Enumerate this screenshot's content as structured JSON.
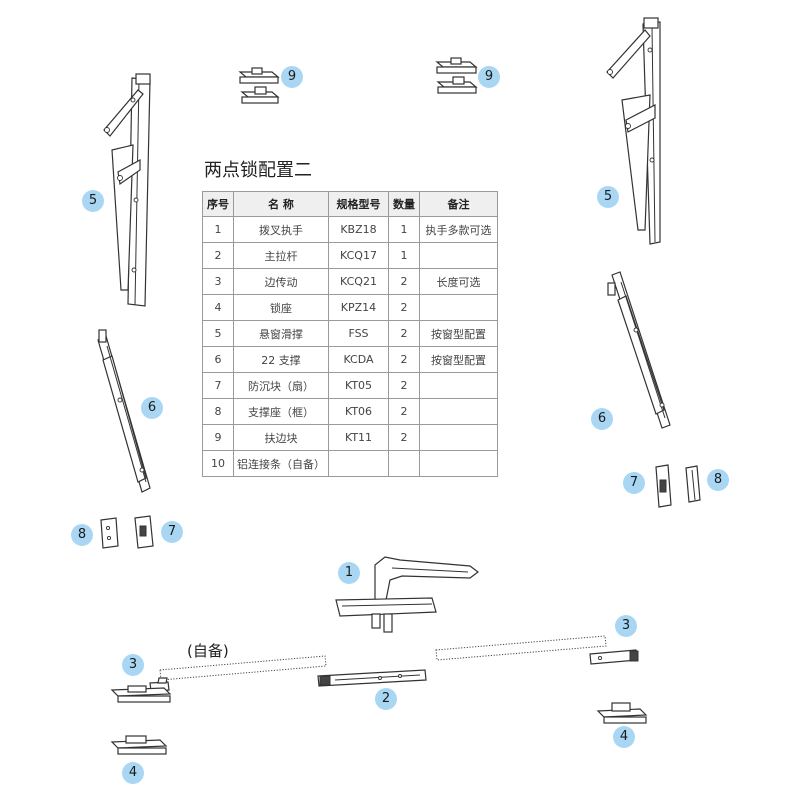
{
  "title": "两点锁配置二",
  "self_supplied_note": "(自备)",
  "table": {
    "headers": [
      "序号",
      "名 称",
      "规格型号",
      "数量",
      "备注"
    ],
    "rows": [
      {
        "no": "1",
        "name": "拨叉执手",
        "model": "KBZ18",
        "qty": "1",
        "note": "执手多款可选"
      },
      {
        "no": "2",
        "name": "主拉杆",
        "model": "KCQ17",
        "qty": "1",
        "note": ""
      },
      {
        "no": "3",
        "name": "边传动",
        "model": "KCQ21",
        "qty": "2",
        "note": "长度可选"
      },
      {
        "no": "4",
        "name": "锁座",
        "model": "KPZ14",
        "qty": "2",
        "note": ""
      },
      {
        "no": "5",
        "name": "悬窗滑撑",
        "model": "FSS",
        "qty": "2",
        "note": "按窗型配置"
      },
      {
        "no": "6",
        "name": "22 支撑",
        "model": "KCDA",
        "qty": "2",
        "note": "按窗型配置"
      },
      {
        "no": "7",
        "name": "防沉块（扇）",
        "model": "KT05",
        "qty": "2",
        "note": ""
      },
      {
        "no": "8",
        "name": "支撑座（框）",
        "model": "KT06",
        "qty": "2",
        "note": ""
      },
      {
        "no": "9",
        "name": "扶边块",
        "model": "KT11",
        "qty": "2",
        "note": ""
      },
      {
        "no": "10",
        "name": "铝连接条（自备）",
        "model": "",
        "qty": "",
        "note": ""
      }
    ]
  },
  "callouts": {
    "handle": "1",
    "main_rod": "2",
    "side_transmission": "3",
    "lock_seat": "4",
    "friction_stay": "5",
    "support_stay": "6",
    "anti_sag_block": "7",
    "support_seat": "8",
    "edge_block": "9"
  },
  "colors": {
    "badge_fill": "#a9d7f3",
    "line": "#333333",
    "header_bg": "#efefef",
    "table_border": "#9a9a9a"
  }
}
